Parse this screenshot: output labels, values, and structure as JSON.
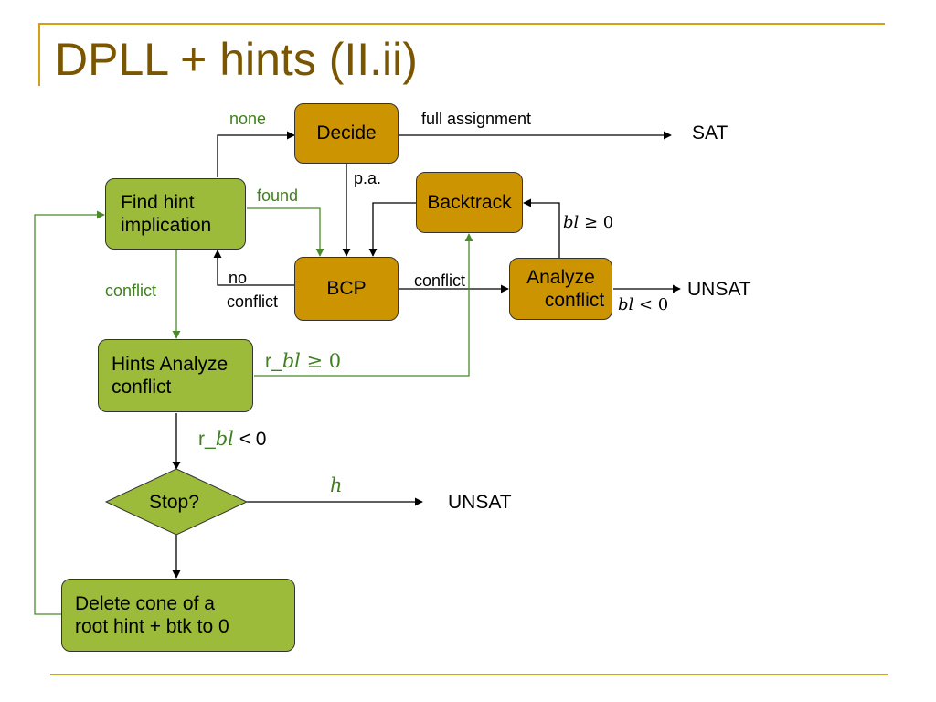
{
  "title": "DPLL + hints (II.ii)",
  "colors": {
    "title": "#7a5600",
    "rule": "#d4a017",
    "green_box": "#9dbb3a",
    "gold_box": "#cc9500",
    "green_arrow": "#4a8a2a",
    "black_arrow": "#000000"
  },
  "nodes": {
    "decide": "Decide",
    "bcp": "BCP",
    "backtrack": "Backtrack",
    "analyze_line1": "Analyze",
    "analyze_line2": "conflict",
    "find_hint_line1": "Find hint",
    "find_hint_line2": "implication",
    "hints_analyze_line1": "Hints Analyze",
    "hints_analyze_line2": "conflict",
    "stop": "Stop?",
    "delete_line1": "Delete cone of a",
    "delete_line2": "root hint + btk to 0"
  },
  "terminals": {
    "sat": "SAT",
    "unsat_analyze": "UNSAT",
    "unsat_stop": "UNSAT"
  },
  "edge_labels": {
    "none": "none",
    "full_assignment": "full assignment",
    "pa": "p.a.",
    "found": "found",
    "no": "no",
    "no_conflict": "conflict",
    "conflict_bcp": "conflict",
    "conflict_hint": "conflict",
    "bl_ge_var": "bl",
    "bl_ge_rel": " ≥ 0",
    "bl_lt_var": "bl",
    "bl_lt_rel": " < 0",
    "rbl_ge_prefix": "r_",
    "rbl_ge_var": "bl",
    "rbl_ge_rel": " ≥ 0",
    "rbl_lt_prefix": "r_",
    "rbl_lt_var": "bl",
    "rbl_lt_rel": " < 0",
    "h": "h"
  }
}
